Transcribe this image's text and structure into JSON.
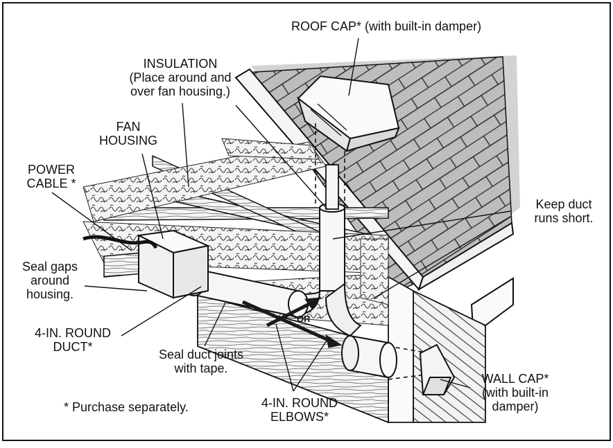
{
  "labels": {
    "roof_cap": "ROOF CAP* (with built-in damper)",
    "insulation": [
      "INSULATION",
      "(Place around and",
      "over fan housing.)"
    ],
    "fan_housing": [
      "FAN",
      "HOUSING"
    ],
    "power_cable": [
      "POWER",
      "CABLE *"
    ],
    "keep_duct": [
      "Keep duct",
      "runs short."
    ],
    "seal_gaps": [
      "Seal gaps",
      "around",
      "housing."
    ],
    "round_duct": [
      "4-IN. ROUND",
      "DUCT*"
    ],
    "seal_joints": [
      "Seal duct joints",
      "with tape."
    ],
    "round_elbows": [
      "4-IN. ROUND",
      "ELBOWS*"
    ],
    "wall_cap": [
      "WALL CAP*",
      "(with built-in",
      "damper)"
    ],
    "purchase_note": "* Purchase separately.",
    "or_marker": "OR"
  },
  "colors": {
    "line": "#111111",
    "shingle": "#b9b9b9",
    "roof_shadow": "#cfcfcf",
    "insulation": "#9a9a9a",
    "wood": "#e9e9e9",
    "arrow": "#1a1a1a"
  }
}
